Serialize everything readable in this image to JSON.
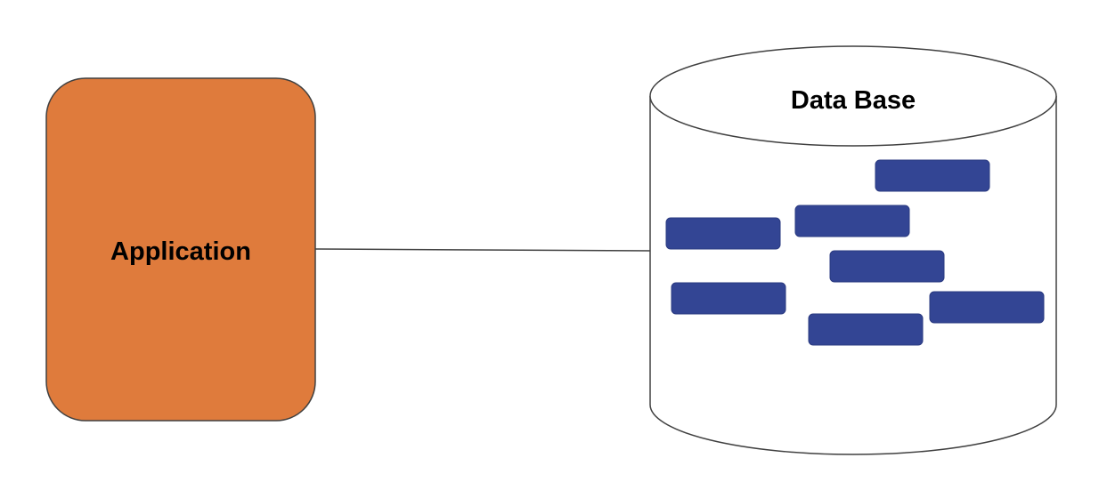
{
  "application": {
    "label": "Application",
    "fill": "#DF7B3C"
  },
  "database": {
    "label": "Data Base",
    "record_fill": "#334594",
    "record_count": 7
  },
  "stroke_color": "#404040"
}
